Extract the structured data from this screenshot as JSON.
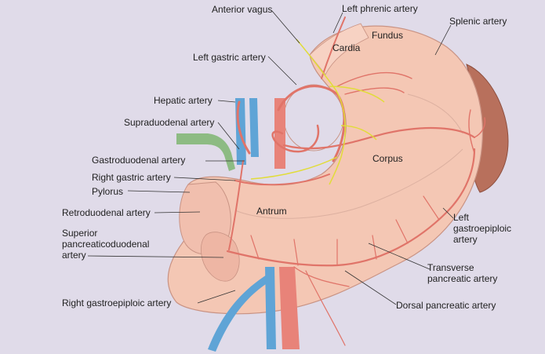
{
  "colors": {
    "background": "#e0dbe9",
    "stomach": "#f4c7b4",
    "artery": "#e88379",
    "vein": "#5fa4d6",
    "nerve": "#e1dc3a",
    "spleen": "#b8705c",
    "bile_duct": "#8dbb83",
    "leader": "#333333"
  },
  "labels": {
    "anterior_vagus": "Anterior vagus",
    "left_phrenic_artery": "Left phrenic artery",
    "splenic_artery": "Splenic artery",
    "fundus": "Fundus",
    "cardia": "Cardia",
    "left_gastric_artery": "Left gastric artery",
    "hepatic_artery": "Hepatic artery",
    "supraduodenal_artery": "Supraduodenal artery",
    "corpus": "Corpus",
    "gastroduodenal_artery": "Gastroduodenal artery",
    "right_gastric_artery": "Right gastric artery",
    "pylorus": "Pylorus",
    "antrum": "Antrum",
    "retroduodenal_artery": "Retroduodenal artery",
    "superior_pancreaticoduodenal_artery": "Superior\npancreaticoduodenal\nartery",
    "left_gastroepiploic_artery": "Left\ngastroepiploic\nartery",
    "transverse_pancreatic_artery": "Transverse\npancreatic artery",
    "right_gastroepiploic_artery": "Right gastroepiploic artery",
    "dorsal_pancreatic_artery": "Dorsal pancreatic artery"
  }
}
